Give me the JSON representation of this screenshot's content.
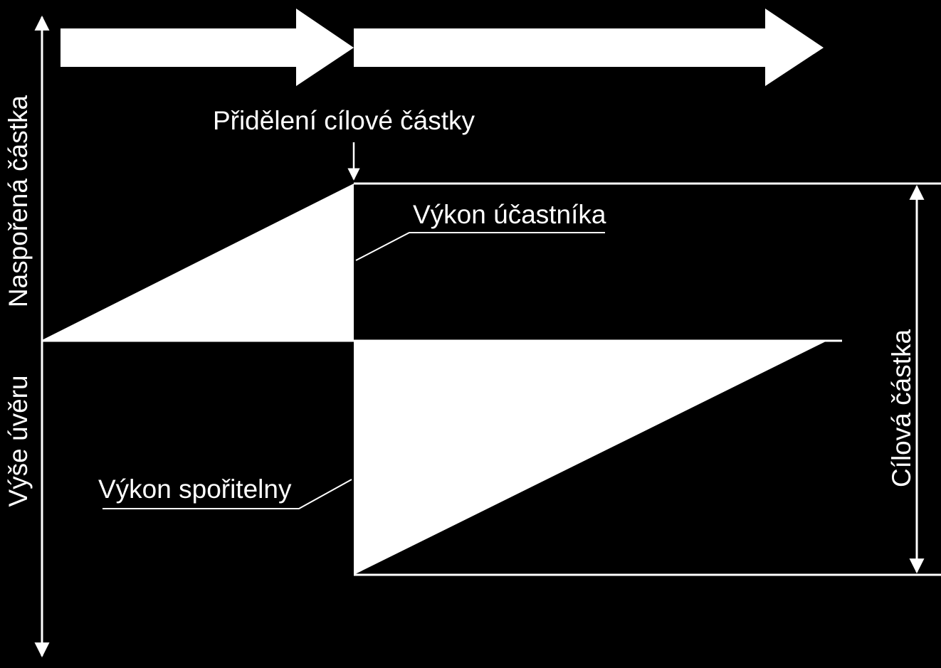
{
  "colors": {
    "background": "#000000",
    "foreground": "#ffffff"
  },
  "labels": {
    "left_axis_top": "Naspořená částka",
    "left_axis_bottom": "Výše úvěru",
    "allocation": "Přidělení cílové částky",
    "participant_performance": "Výkon účastníka",
    "bank_performance": "Výkon spořitelny",
    "target_amount": "Cílová částka"
  }
}
